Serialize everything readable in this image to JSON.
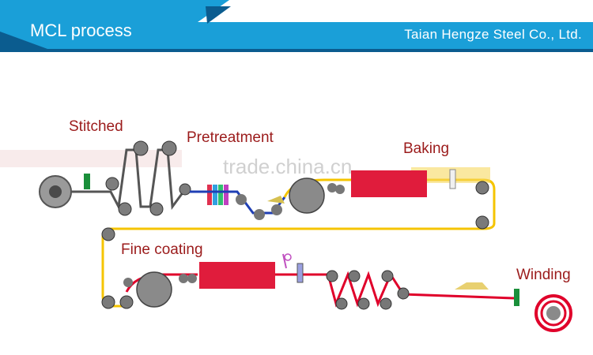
{
  "header": {
    "title": "MCL process",
    "company": "Taian Hengze Steel Co., Ltd."
  },
  "diagram": {
    "labels": {
      "stitched": "Stitched",
      "pretreatment": "Pretreatment",
      "baking": "Baking",
      "fine_coating": "Fine coating",
      "winding": "Winding"
    },
    "watermark": "trade.china.cn"
  },
  "colors": {
    "banner_blue": "#1a9fd8",
    "banner_dark": "#0b5c8f",
    "label_red": "#9b1b1b",
    "strip_red": "#e0002a",
    "strip_yellow": "#f5c400",
    "strip_blue": "#1f3fb5",
    "oven_red": "#e01c3c"
  }
}
